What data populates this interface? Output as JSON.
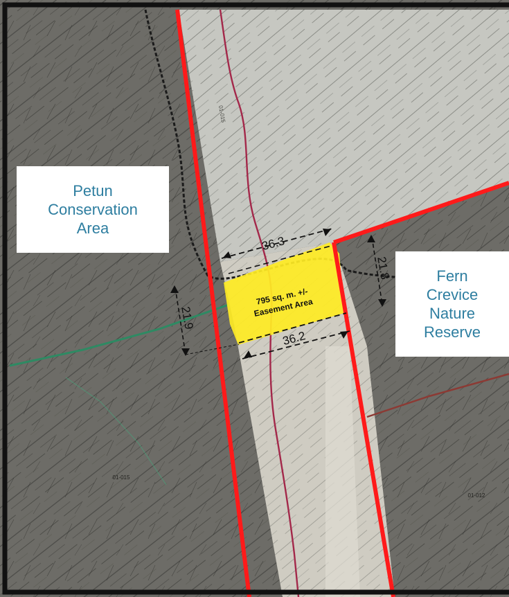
{
  "map": {
    "colors": {
      "frame": "#111111",
      "terrain_dark": "#6d6c67",
      "terrain_light": "#c6c7c1",
      "road": "#d4d0c4",
      "property_line": "#ff1a1a",
      "creek": "#a3284a",
      "trail_green": "#2e8a63",
      "trail_red": "#8c3a34",
      "easement_fill": "#ffeb24",
      "dimension_line": "#111111",
      "label_text": "#2e7ea0"
    },
    "areas": {
      "petun": {
        "lines": [
          "Petun",
          "Conservation",
          "Area"
        ]
      },
      "fern": {
        "lines": [
          "Fern",
          "Crevice",
          "Nature",
          "Reserve"
        ]
      }
    },
    "easement": {
      "area_text": "795 sq. m. +/-",
      "label_text": "Easement Area"
    },
    "dimensions": {
      "top": "36.3",
      "bottom": "36.2",
      "left": "21.9",
      "right": "21.8"
    },
    "parcel_ids": {
      "road": "01-015",
      "west": "01-015",
      "east": "01-012"
    }
  }
}
